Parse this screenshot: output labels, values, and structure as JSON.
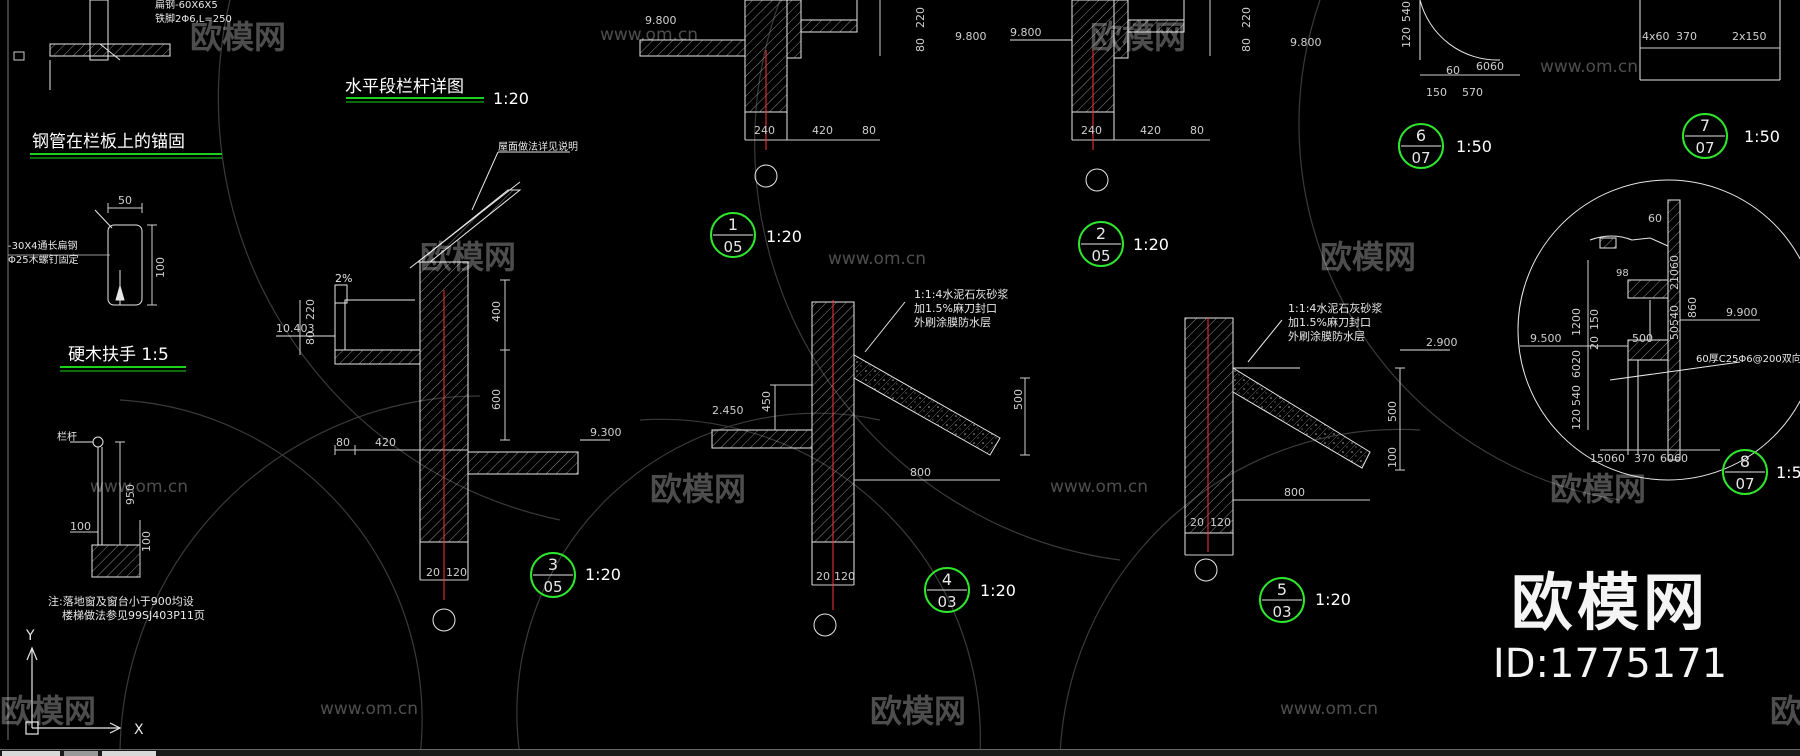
{
  "labels": {
    "horiz_section_title": "水平段栏杆详图",
    "horiz_section_scale": "1:20",
    "anchor_title": "钢管在栏板上的锚固",
    "handrail_title": "硬木扶手 1:5",
    "note_line1": "注:落地窗及窗台小于900均设",
    "note_line2": "楼梯做法参见99SJ403P11页",
    "railing": "栏杆",
    "steel_flat": "-30X4通长扁钢",
    "screw_fix": "Φ25木螺钉固定",
    "top_small_1": "扁钢-60X6X5",
    "top_small_2": "铁脚2Φ6,L=250",
    "roof_note": "屋面做法详见说明",
    "plaster_1": "1:1:4水泥石灰砂浆",
    "plaster_2": "加1.5%麻刀封口",
    "plaster_3": "外刷涂膜防水层",
    "plaster_b1": "1:1:4水泥石灰砂浆",
    "plaster_b2": "加1.5%麻刀封口",
    "plaster_b3": "外刷涂膜防水层",
    "slab_note": "60厚C25Φ6@200双向"
  },
  "details": [
    {
      "num": "1",
      "sheet": "05",
      "scale": "1:20"
    },
    {
      "num": "2",
      "sheet": "05",
      "scale": "1:20"
    },
    {
      "num": "3",
      "sheet": "05",
      "scale": "1:20"
    },
    {
      "num": "4",
      "sheet": "03",
      "scale": "1:20"
    },
    {
      "num": "5",
      "sheet": "03",
      "scale": "1:20"
    },
    {
      "num": "6",
      "sheet": "07",
      "scale": "1:50"
    },
    {
      "num": "7",
      "sheet": "07",
      "scale": "1:50"
    },
    {
      "num": "8",
      "sheet": "07",
      "scale": "1:5"
    }
  ],
  "dims": {
    "d50": "50",
    "d100": "100",
    "d950": "950",
    "d100b": "100",
    "d100c": "100",
    "d10403": "10.403",
    "d80": "80",
    "d220": "220",
    "d400": "400",
    "d600": "600",
    "d80b": "80",
    "d420": "420",
    "d9300": "9.300",
    "d20": "20",
    "d120": "120",
    "d2450": "2.450",
    "d450": "450",
    "d500": "500",
    "d800": "800",
    "d20b": "20",
    "d120b": "120",
    "d2900": "2.900",
    "d500b": "500",
    "d100d": "100",
    "d800b": "800",
    "d20c": "20",
    "d120c": "120",
    "d9800a": "9.800",
    "d80c": "80",
    "d220c": "220",
    "d9800b": "9.800",
    "d240a": "240",
    "d420a": "420",
    "d80d": "80",
    "d9800c": "9.800",
    "d80e": "80",
    "d220e": "220",
    "d9800d": "9.800",
    "d240b": "240",
    "d420b": "420",
    "d80f": "80",
    "d120t": "120",
    "d540t": "540",
    "d60t": "60",
    "d6060": "6060",
    "d150": "150",
    "d570": "570",
    "d4x60": "4x60",
    "d370": "370",
    "d2x150": "2x150",
    "c60": "60",
    "c98": "98",
    "c50540": "50540",
    "c21060": "21060",
    "c860": "860",
    "c9900": "9.900",
    "c9500": "9.500",
    "c1200": "1200",
    "c150": "150",
    "c20": "20",
    "c500": "500",
    "c120": "120",
    "c540": "540",
    "c6020": "6020",
    "c15060": "15060",
    "c370": "370",
    "c6060": "6060"
  },
  "watermarks": {
    "brand_cn": "欧模网",
    "site": "www.om.cn"
  },
  "brand": {
    "name": "欧模网",
    "id": "ID:1775171"
  },
  "ucs": {
    "x": "X",
    "y": "Y"
  },
  "colors": {
    "line": "#e8e8e8",
    "ring": "#2ee82e",
    "underline": "#19d219",
    "axis": "#ff3333",
    "dim": "#cfcfcf",
    "watermark": "rgba(255,255,255,0.30)"
  }
}
